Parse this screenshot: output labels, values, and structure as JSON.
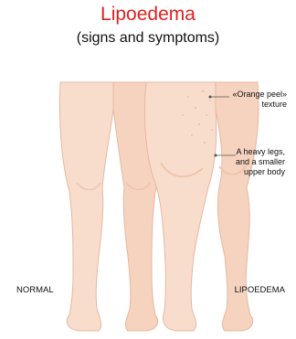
{
  "title": "Lipoedema",
  "subtitle": "(signs and symptoms)",
  "annotations": {
    "orange_peel": {
      "line1": "«Orange peel»",
      "line2": "texture"
    },
    "heavy_legs": {
      "line1": "A heavy legs,",
      "line2": "and a smaller",
      "line3": "upper body"
    }
  },
  "labels": {
    "normal": "NORMAL",
    "lipoedema": "LIPOEDEMA"
  },
  "colors": {
    "title": "#e02020",
    "skin": "#f9ddcc",
    "skin_shadow": "#efc4ad",
    "outline": "#e6b7a0"
  }
}
